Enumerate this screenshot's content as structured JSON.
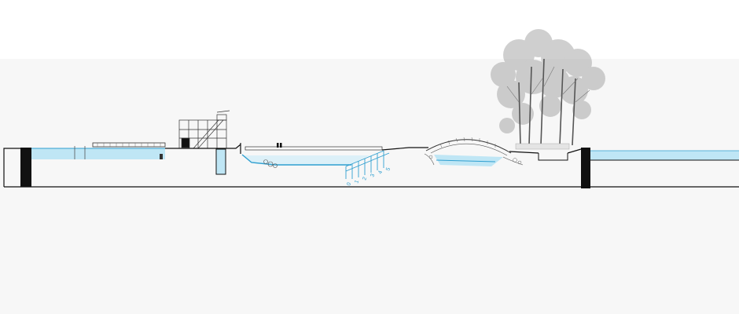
{
  "drawing": {
    "kind": "landscape site section",
    "colors": {
      "background": "#ffffff",
      "band": "#f7f7f7",
      "water": "#bfe6f5",
      "water_edge": "#2f9fd0",
      "ground": "#1a1a1a",
      "tree": "#9a9a9a"
    }
  },
  "ruler": {
    "ticks": [
      "0",
      "1",
      "2",
      "3",
      "4",
      "5"
    ]
  }
}
